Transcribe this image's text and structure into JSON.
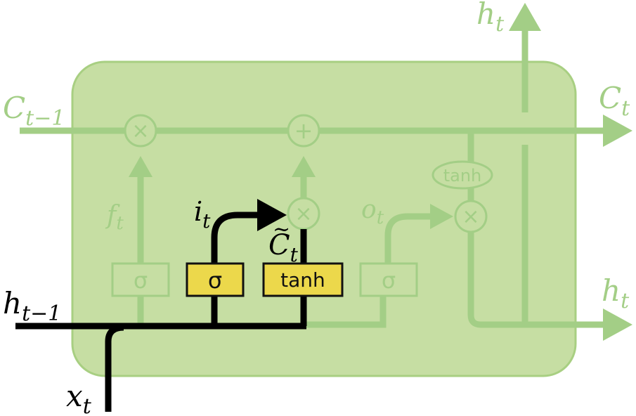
{
  "colors": {
    "cell_fill": "#c6dea3",
    "cell_border": "#a8cf82",
    "faded_line": "#a3ce86",
    "faded_text": "#a3ce86",
    "active_line": "#000000",
    "gate_fill": "#ecd84b",
    "gate_border": "#111111",
    "background": "#ffffff"
  },
  "labels": {
    "c_prev": {
      "main": "C",
      "sub": "t−1"
    },
    "c_next": {
      "main": "C",
      "sub": "t"
    },
    "h_top": {
      "main": "h",
      "sub": "t"
    },
    "h_right": {
      "main": "h",
      "sub": "t"
    },
    "h_prev": {
      "main": "h",
      "sub": "t−1"
    },
    "x_in": {
      "main": "x",
      "sub": "t"
    },
    "f_gate": {
      "main": "f",
      "sub": "t"
    },
    "i_gate": {
      "main": "i",
      "sub": "t"
    },
    "c_tilde": {
      "main": "C",
      "sub": "t",
      "accent": "~"
    },
    "o_gate": {
      "main": "o",
      "sub": "t"
    }
  },
  "gates": {
    "forget": "σ",
    "input": "σ",
    "candidate": "tanh",
    "output": "σ",
    "cell_tanh": "tanh"
  },
  "operators": {
    "forget_mult": "×",
    "add": "+",
    "input_mult": "×",
    "output_mult": "×"
  },
  "highlight": {
    "active_path": "input gate",
    "active_gates": [
      "input",
      "candidate"
    ]
  }
}
